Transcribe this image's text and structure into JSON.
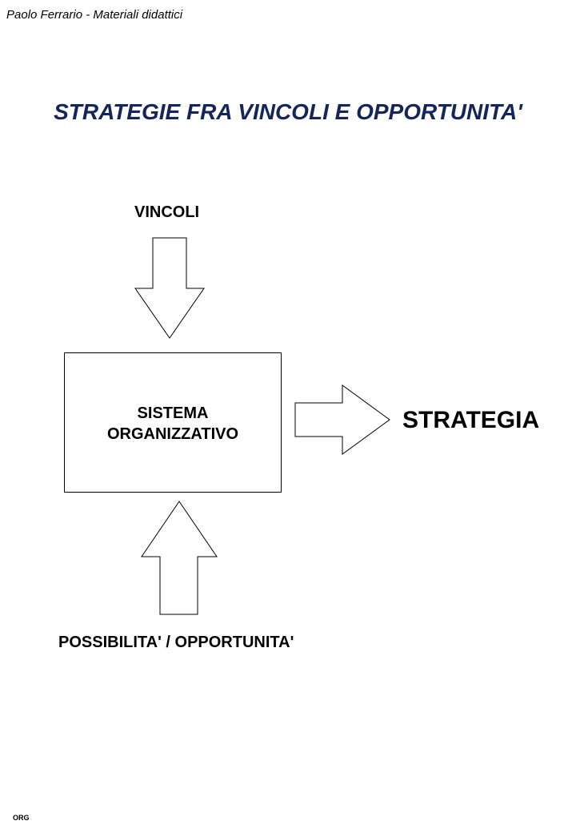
{
  "header": "Paolo Ferrario - Materiali didattici",
  "title": "STRATEGIE FRA VINCOLI E OPPORTUNITA'",
  "diagram": {
    "top_label": "VINCOLI",
    "box_line1": "SISTEMA",
    "box_line2": "ORGANIZZATIVO",
    "output_label": "STRATEGIA",
    "bottom_label": "POSSIBILITA' / OPPORTUNITA'"
  },
  "footer": "ORG"
}
